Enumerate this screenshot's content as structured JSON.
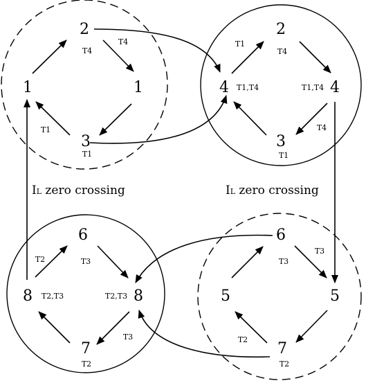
{
  "cells": [
    {
      "id": "top-left",
      "boundary": "dashed"
    },
    {
      "id": "top-right",
      "boundary": "solid"
    },
    {
      "id": "bottom-left",
      "boundary": "solid"
    },
    {
      "id": "bottom-right",
      "boundary": "dashed"
    }
  ],
  "nodes": {
    "tl_top": "2",
    "tl_left": "1",
    "tl_right": "1",
    "tl_bottom": "3",
    "tr_top": "2",
    "tr_left": "4",
    "tr_right": "4",
    "tr_bottom": "3",
    "bl_top": "6",
    "bl_left": "8",
    "bl_right": "8",
    "bl_bottom": "7",
    "br_top": "6",
    "br_left": "5",
    "br_right": "5",
    "br_bottom": "7"
  },
  "switch_labels": {
    "tl_top_left": "T4",
    "tl_top_right": "T4",
    "tl_bottom_left": "T1",
    "tl_bottom": "T1",
    "tr_mid_left": "T1",
    "tr_top": "T4",
    "tr_left_node": "T1,T4",
    "tr_right_node": "T1,T4",
    "tr_bottom_right": "T4",
    "tr_bottom": "T1",
    "bl_mid_left": "T2",
    "bl_top": "T3",
    "bl_left_node": "T2,T3",
    "bl_right_node": "T2,T3",
    "bl_bottom_right": "T3",
    "bl_bottom": "T2",
    "br_top": "T3",
    "br_top_right": "T3",
    "br_bottom_left": "T2",
    "br_bottom": "T2"
  },
  "zero_crossing": {
    "left": {
      "main": "I",
      "sub": "L",
      "rest": " zero crossing"
    },
    "right": {
      "main": "I",
      "sub": "L",
      "rest": " zero crossing"
    }
  }
}
